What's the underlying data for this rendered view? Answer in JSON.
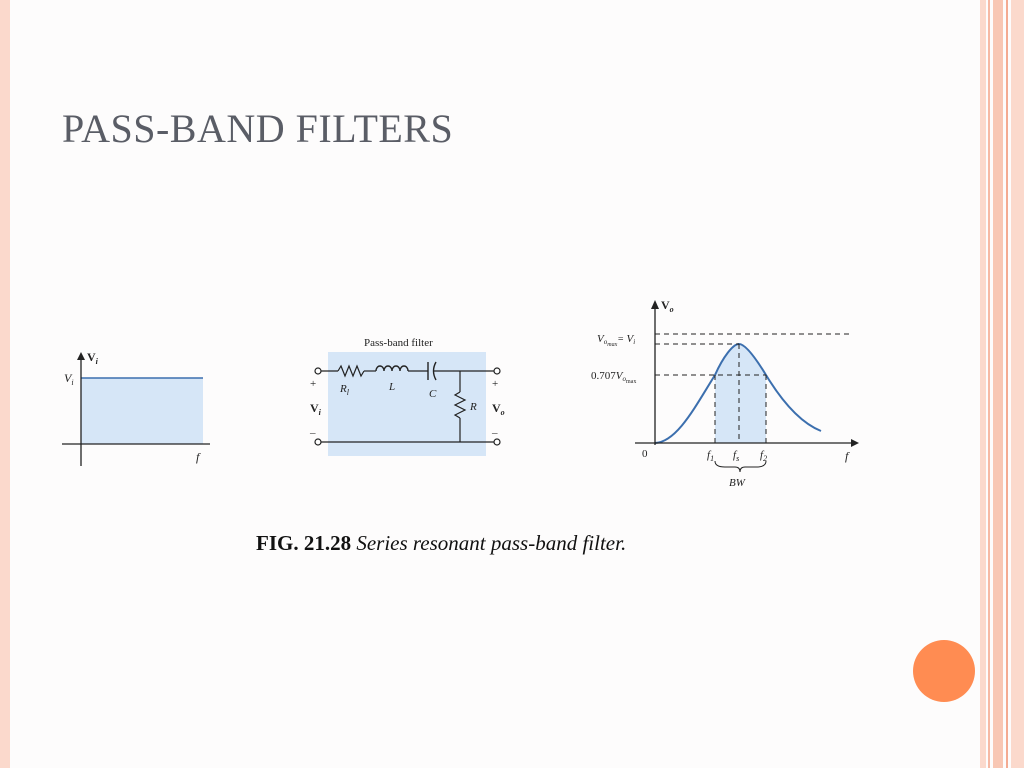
{
  "slide": {
    "title": "PASS-BAND FILTERS"
  },
  "input_graph": {
    "y_label": "V",
    "y_label_sub": "i",
    "level_label": "V",
    "level_label_sub": "i",
    "x_label": "f"
  },
  "circuit": {
    "title": "Pass-band filter",
    "rl_label": "R",
    "rl_sub": "l",
    "l_label": "L",
    "c_label": "C",
    "r_label": "R",
    "vi_label": "V",
    "vi_sub": "i",
    "vo_label": "V",
    "vo_sub": "o",
    "plus": "+",
    "minus": "–"
  },
  "response": {
    "y_label": "V",
    "y_label_sub": "o",
    "vmax_label": "V",
    "vmax_sub": "o",
    "vmax_sub2": "max",
    "eq": "= ",
    "vi_label": "V",
    "vi_sub": "i",
    "half_prefix": "0.707",
    "half_label": "V",
    "half_sub": "o",
    "half_sub2": "max",
    "origin": "0",
    "f1": "f",
    "f1_sub": "1",
    "fs": "f",
    "fs_sub": "s",
    "f2": "f",
    "f2_sub": "2",
    "bw": "BW",
    "x_label": "f"
  },
  "caption": {
    "fig_label": "FIG. 21.28",
    "text": "Series resonant pass-band filter."
  },
  "colors": {
    "shade": "#d6e6f7",
    "curve": "#3c6fae",
    "accent": "#ff8c52",
    "border": "#fbd9cc"
  }
}
